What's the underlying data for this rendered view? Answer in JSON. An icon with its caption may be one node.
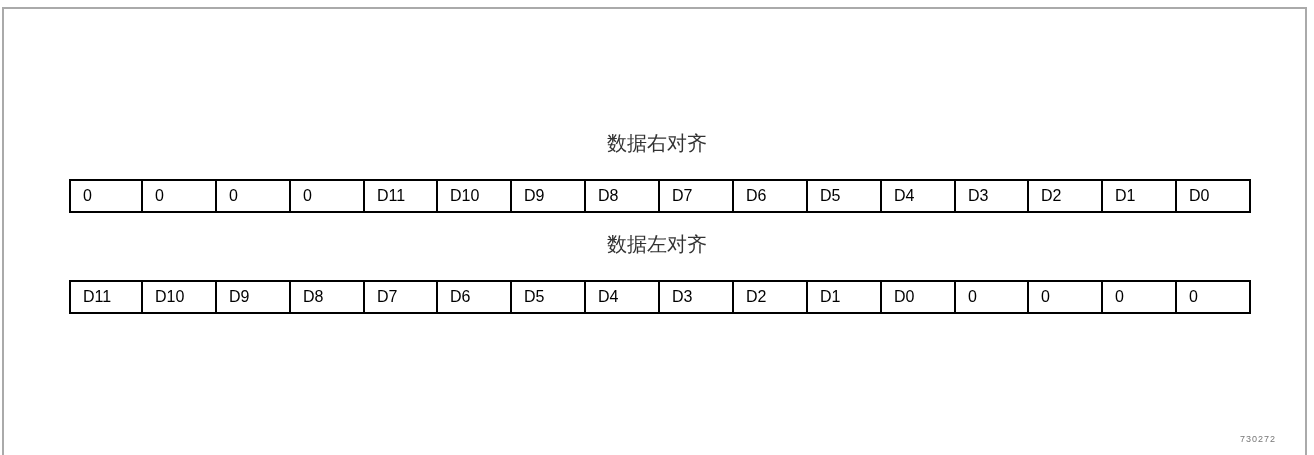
{
  "diagram": {
    "nodes": [
      {
        "text": [
          "0"
        ]
      },
      {
        "text": [
          "0"
        ]
      },
      {
        "text": [
          "0"
        ]
      },
      {
        "text": [
          "0"
        ]
      },
      {
        "text": [
          "D11"
        ]
      },
      {
        "text": [
          "D10"
        ]
      },
      {
        "text": [
          "D9"
        ]
      },
      {
        "text": [
          "D8"
        ]
      },
      {
        "text": [
          "D7"
        ]
      },
      {
        "text": [
          "D6"
        ]
      },
      {
        "text": [
          "D5"
        ]
      },
      {
        "text": [
          "D4"
        ]
      },
      {
        "text": [
          "D3"
        ]
      },
      {
        "text": [
          "D2"
        ]
      },
      {
        "text": [
          "D1"
        ]
      },
      {
        "text": [
          "D0"
        ]
      },
      {
        "text": [
          "D11"
        ]
      },
      {
        "text": [
          "D10"
        ]
      },
      {
        "text": [
          "D9"
        ]
      },
      {
        "text": [
          "D8"
        ]
      },
      {
        "text": [
          "D7"
        ]
      },
      {
        "text": [
          "D6"
        ]
      },
      {
        "text": [
          "D5"
        ]
      },
      {
        "text": [
          "D4"
        ]
      },
      {
        "text": [
          "D3"
        ]
      },
      {
        "text": [
          "D2"
        ]
      },
      {
        "text": [
          "D1"
        ]
      },
      {
        "text": [
          "D0"
        ]
      },
      {
        "text": [
          "0"
        ]
      },
      {
        "text": [
          "0"
        ]
      },
      {
        "text": [
          "0"
        ]
      },
      {
        "text": [
          "0"
        ]
      }
    ],
    "labels": [
      "数据右对齐",
      "数据左对齐",
      "730272"
    ]
  }
}
